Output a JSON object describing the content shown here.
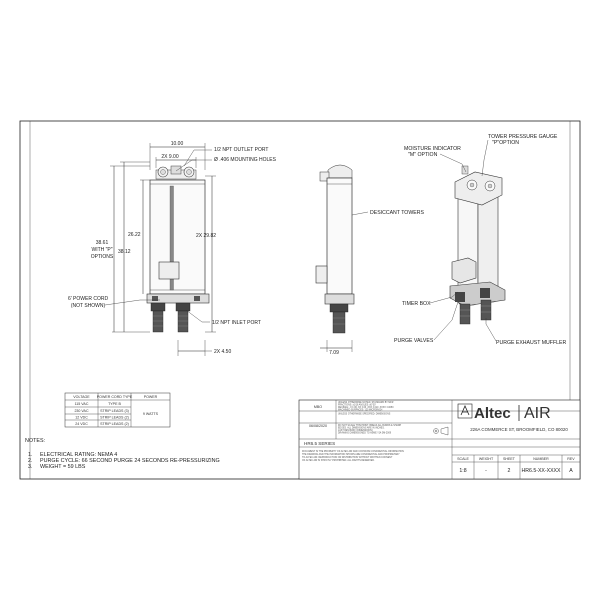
{
  "dimensions": {
    "top_width": "10.00",
    "inner_width": "2X 9.00",
    "outlet_port": "1/2 NPT OUTLET PORT",
    "mounting_holes": "Ø .406 MOUNTING HOLES",
    "height_total": "38.61",
    "with_p_options_1": "WITH \"P\"",
    "with_p_options_2": "OPTIONS",
    "height_p": "38.12",
    "height_body": "26.22",
    "height_mount": "2X 29.82",
    "power_cord_1": "6' POWER CORD",
    "power_cord_2": "(NOT SHOWN)",
    "inlet_port": "1/2 NPT INLET PORT",
    "bottom_width": "2X 4.50",
    "side_depth": "7.09"
  },
  "callouts": {
    "desiccant_towers": "DESICCANT TOWERS",
    "moisture_indicator_1": "MOISTURE INDICATOR",
    "moisture_indicator_2": "\"M\" OPTION",
    "pressure_gauge_1": "TOWER PRESSURE GAUGE",
    "pressure_gauge_2": "\"P\"OPTION",
    "timer_box": "TIMER BOX",
    "purge_valves": "PURGE VALVES",
    "purge_muffler": "PURGE EXHAUST MUFFLER"
  },
  "power_table": {
    "headers": [
      "VOLTAGE",
      "POWER CORD TYPE",
      "POWER"
    ],
    "rows": [
      [
        "115 VAC",
        "TYPE B"
      ],
      [
        "230 VAC",
        "STRIP LEADS (3)"
      ],
      [
        "12 VDC",
        "STRIP LEADS (2)"
      ],
      [
        "24 VDC",
        "STRIP LEADS (2)"
      ]
    ],
    "power_value": "9 WATTS"
  },
  "notes": {
    "heading": "NOTES:",
    "items": [
      {
        "num": "1.",
        "text": "ELECTRICAL RATING: NEMA 4"
      },
      {
        "num": "2.",
        "text": "PURGE CYCLE: 66 SECOND PURGE 24 SECONDS RE-PRESSURIZING"
      },
      {
        "num": "3.",
        "text": "WEIGHT = 59 LBS"
      }
    ]
  },
  "title_block": {
    "drawn_by": "MBO",
    "date": "06/08/2020",
    "tolerance_lines": [
      "UNLESS OTHERWISE NOTED, STANDARD BY MFR",
      "FRACTIONS: ±1/16    ANGLES: ±0°30'",
      "DECIMAL: .X ±.06   .XX ±.03   .XXX ±.010   .XXXX ±.0050",
      "MACHINED SURFACES: 125 MICROINCH",
      "UNLESS OTHERWISE SPECIFIED: DIMENSIONS"
    ],
    "note_lines": [
      "DO NOT SCALE THIS PRINT. BREAK ALL BURRS & SHARP",
      "EDGES. ALL DIMENSIONS ARE IN INCHES.",
      "LAST REVISION: [DIMENSIONS]",
      "DRAWING DIMENSIONED TO ASME Y14.5M-2009"
    ],
    "logo_text": "Altec",
    "logo_air": "AIR",
    "address": "226A COMMERCE ST, BROOMFIELD, CO 80020",
    "series": "HR6.5 SERIES",
    "headers": [
      "SCALE",
      "WEIGHT",
      "SHEET",
      "NUMBER",
      "REV"
    ],
    "values": [
      "1:8",
      "-",
      "2",
      "HR6.5-XX-XXXX",
      "A"
    ],
    "disclaimer": [
      "DOCUMENT IS THE PROPERTY OF ALTEC AIR AND CONTAINS CONFIDENTIAL INFORMATION",
      "THE DRAWING AND THE INFORMATION SHOWN ARE CONFIDENTIAL AND PROPRIETARY",
      "TO ALTEC AIR. REPRODUCTION OR DISTRIBUTION WITHOUT WRITTEN CONSENT",
      "OF ALTEC AIR IS STRICTLY PROHIBITED. ALL RIGHTS RESERVED."
    ]
  }
}
